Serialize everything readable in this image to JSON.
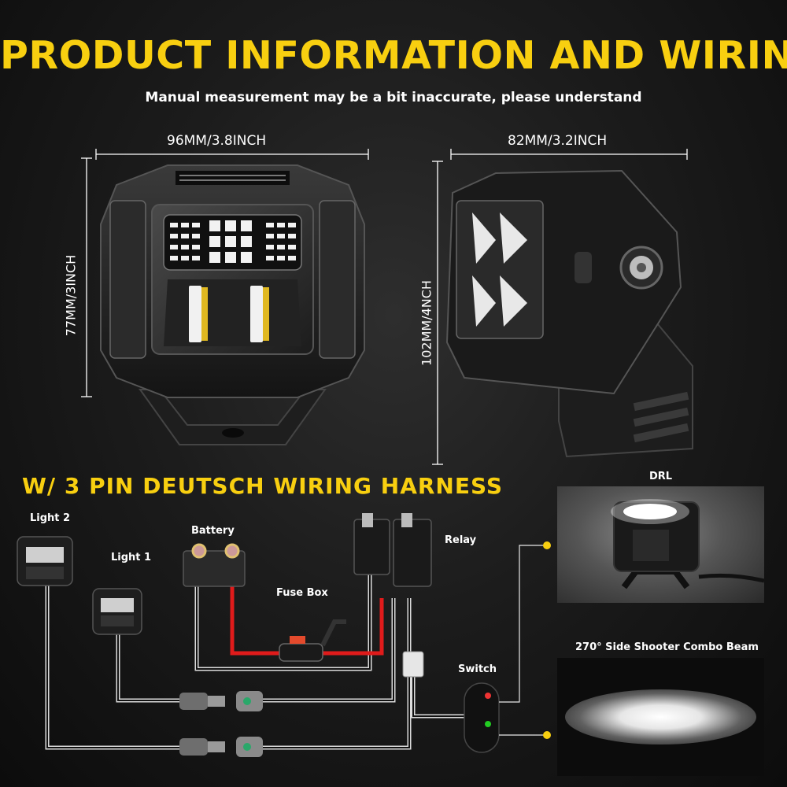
{
  "title": "PRODUCT INFORMATION AND WIRING",
  "subtitle": "Manual measurement may be a bit inaccurate, please understand",
  "dimensions": {
    "front_width": "96MM/3.8INCH",
    "front_height": "77MM/3INCH",
    "side_width": "82MM/3.2INCH",
    "side_height": "102MM/4NCH"
  },
  "wiring": {
    "heading": "W/ 3 PIN DEUTSCH WIRING HARNESS",
    "labels": {
      "light2": "Light 2",
      "light1": "Light 1",
      "battery": "Battery",
      "fuse_box": "Fuse Box",
      "relay": "Relay",
      "switch": "Switch"
    }
  },
  "modes": {
    "drl": "DRL",
    "combo": "270° Side Shooter Combo Beam"
  },
  "colors": {
    "accent": "#f8cf10",
    "wire_red": "#e01b1b",
    "wire_white": "#dcdcdc"
  }
}
